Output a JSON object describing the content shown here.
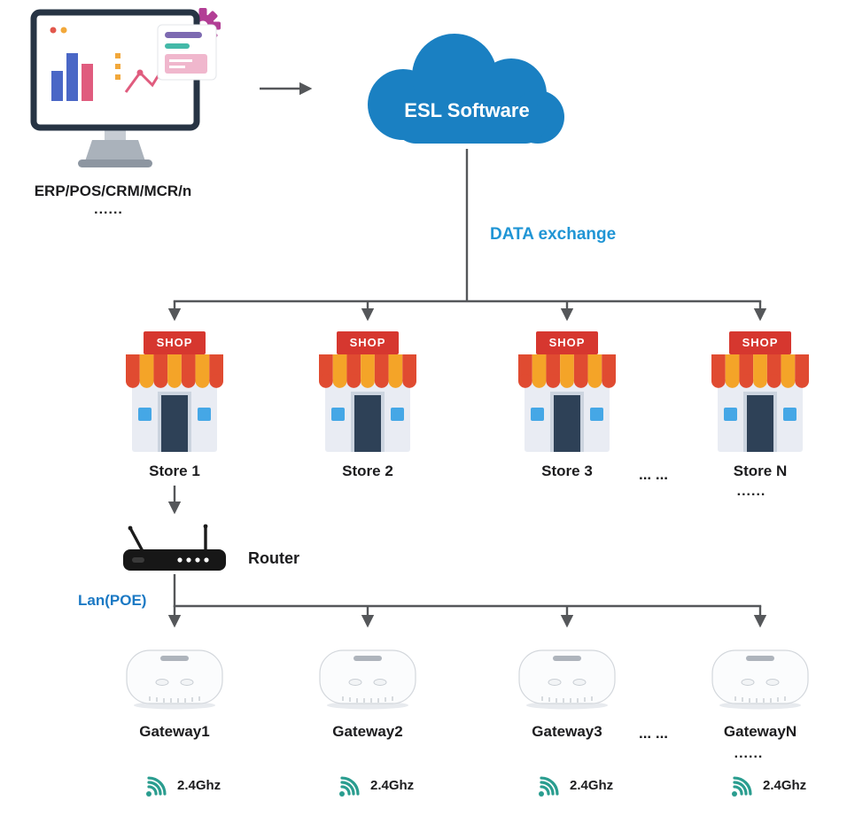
{
  "page": {
    "erp": {
      "label": "ERP/POS/CRM/MCR/n",
      "ellipsis": "......"
    },
    "cloud": {
      "label": "ESL Software"
    },
    "data_exchange_label": "DATA exchange",
    "shop_sign": "SHOP",
    "stores": [
      {
        "label": "Store 1"
      },
      {
        "label": "Store 2"
      },
      {
        "label": "Store 3"
      },
      {
        "label": "Store N"
      }
    ],
    "stores_ellipsis": "... ...",
    "store_n_ellipsis": "......",
    "router_label": "Router",
    "lan_label": "Lan(POE)",
    "gateways": [
      {
        "label": "Gateway1"
      },
      {
        "label": "Gateway2"
      },
      {
        "label": "Gateway3"
      },
      {
        "label": "GatewayN"
      }
    ],
    "gateways_ellipsis": "... ...",
    "gateway_n_ellipsis": "......",
    "wifi_label": "2.4Ghz",
    "colors": {
      "cloud_blue": "#1a80c2",
      "data_exchange_blue": "#2095d5",
      "lan_blue": "#1b79c4",
      "connector_gray": "#55575a",
      "wifi_teal": "#2a9d8f",
      "awning_red": "#e04b31",
      "awning_orange": "#f4a428",
      "shop_sign_red": "#d6372f",
      "window_blue": "#45a7e6"
    }
  }
}
